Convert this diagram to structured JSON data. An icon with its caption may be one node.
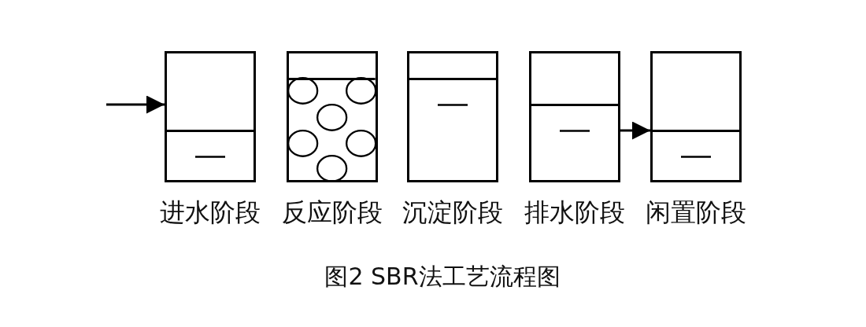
{
  "diagram": {
    "caption": "图2 SBR法工艺流程图",
    "nodes": [
      {
        "text": [
          "进水阶段"
        ]
      },
      {
        "text": [
          "反应阶段"
        ]
      },
      {
        "text": [
          "沉淀阶段"
        ]
      },
      {
        "text": [
          "排水阶段"
        ]
      },
      {
        "text": [
          "闲置阶段"
        ]
      }
    ],
    "edges": [
      {
        "from": null,
        "to": 0,
        "arrow": "to"
      },
      {
        "from": 3,
        "to": 4,
        "arrow": "to"
      }
    ]
  }
}
